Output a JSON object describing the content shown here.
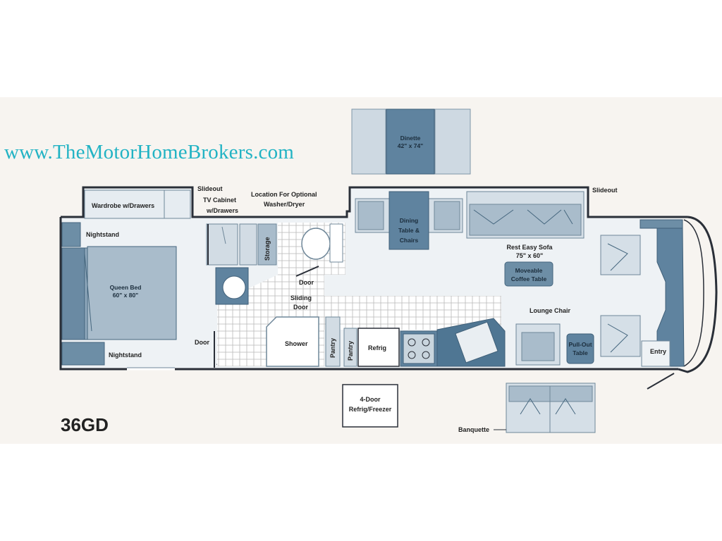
{
  "watermark": "www.TheMotorHomeBrokers.com",
  "model": "36GD",
  "labels": {
    "dinette": [
      "Dinette",
      "42\" x 74\""
    ],
    "wardrobe": "Wardrobe w/Drawers",
    "slideout_tv": [
      "Slideout",
      "TV Cabinet",
      "w/Drawers"
    ],
    "washer_dryer": [
      "Location For Optional",
      "Washer/Dryer"
    ],
    "slideout_right": "Slideout",
    "nightstand_top": "Nightstand",
    "nightstand_bottom": "Nightstand",
    "queen_bed": [
      "Queen Bed",
      "60\" x 80\""
    ],
    "storage": "Storage",
    "dining": [
      "Dining",
      "Table &",
      "Chairs"
    ],
    "sofa": [
      "Rest Easy Sofa",
      "75\" x 60\""
    ],
    "coffee_table": [
      "Moveable",
      "Coffee Table"
    ],
    "door_bath": "Door",
    "sliding_door": [
      "Sliding",
      "Door"
    ],
    "door_bed": "Door",
    "shower": "Shower",
    "pantry1": "Pantry",
    "pantry2": "Pantry",
    "refrig": "Refrig",
    "lounge_chair": "Lounge Chair",
    "pullout_table": [
      "Pull-Out",
      "Table"
    ],
    "entry": "Entry",
    "refrig_freezer": [
      "4-Door",
      "Refrig/Freezer"
    ],
    "banquette": "Banquette"
  },
  "colors": {
    "background": "#f7f4f0",
    "watermark": "#22b3c4",
    "wall": "#2a2f38",
    "furniture_dark": "#6d8ea6",
    "furniture_mid": "#a9bccb",
    "furniture_light": "#d5dfe7",
    "cab": "#5e84a0"
  }
}
